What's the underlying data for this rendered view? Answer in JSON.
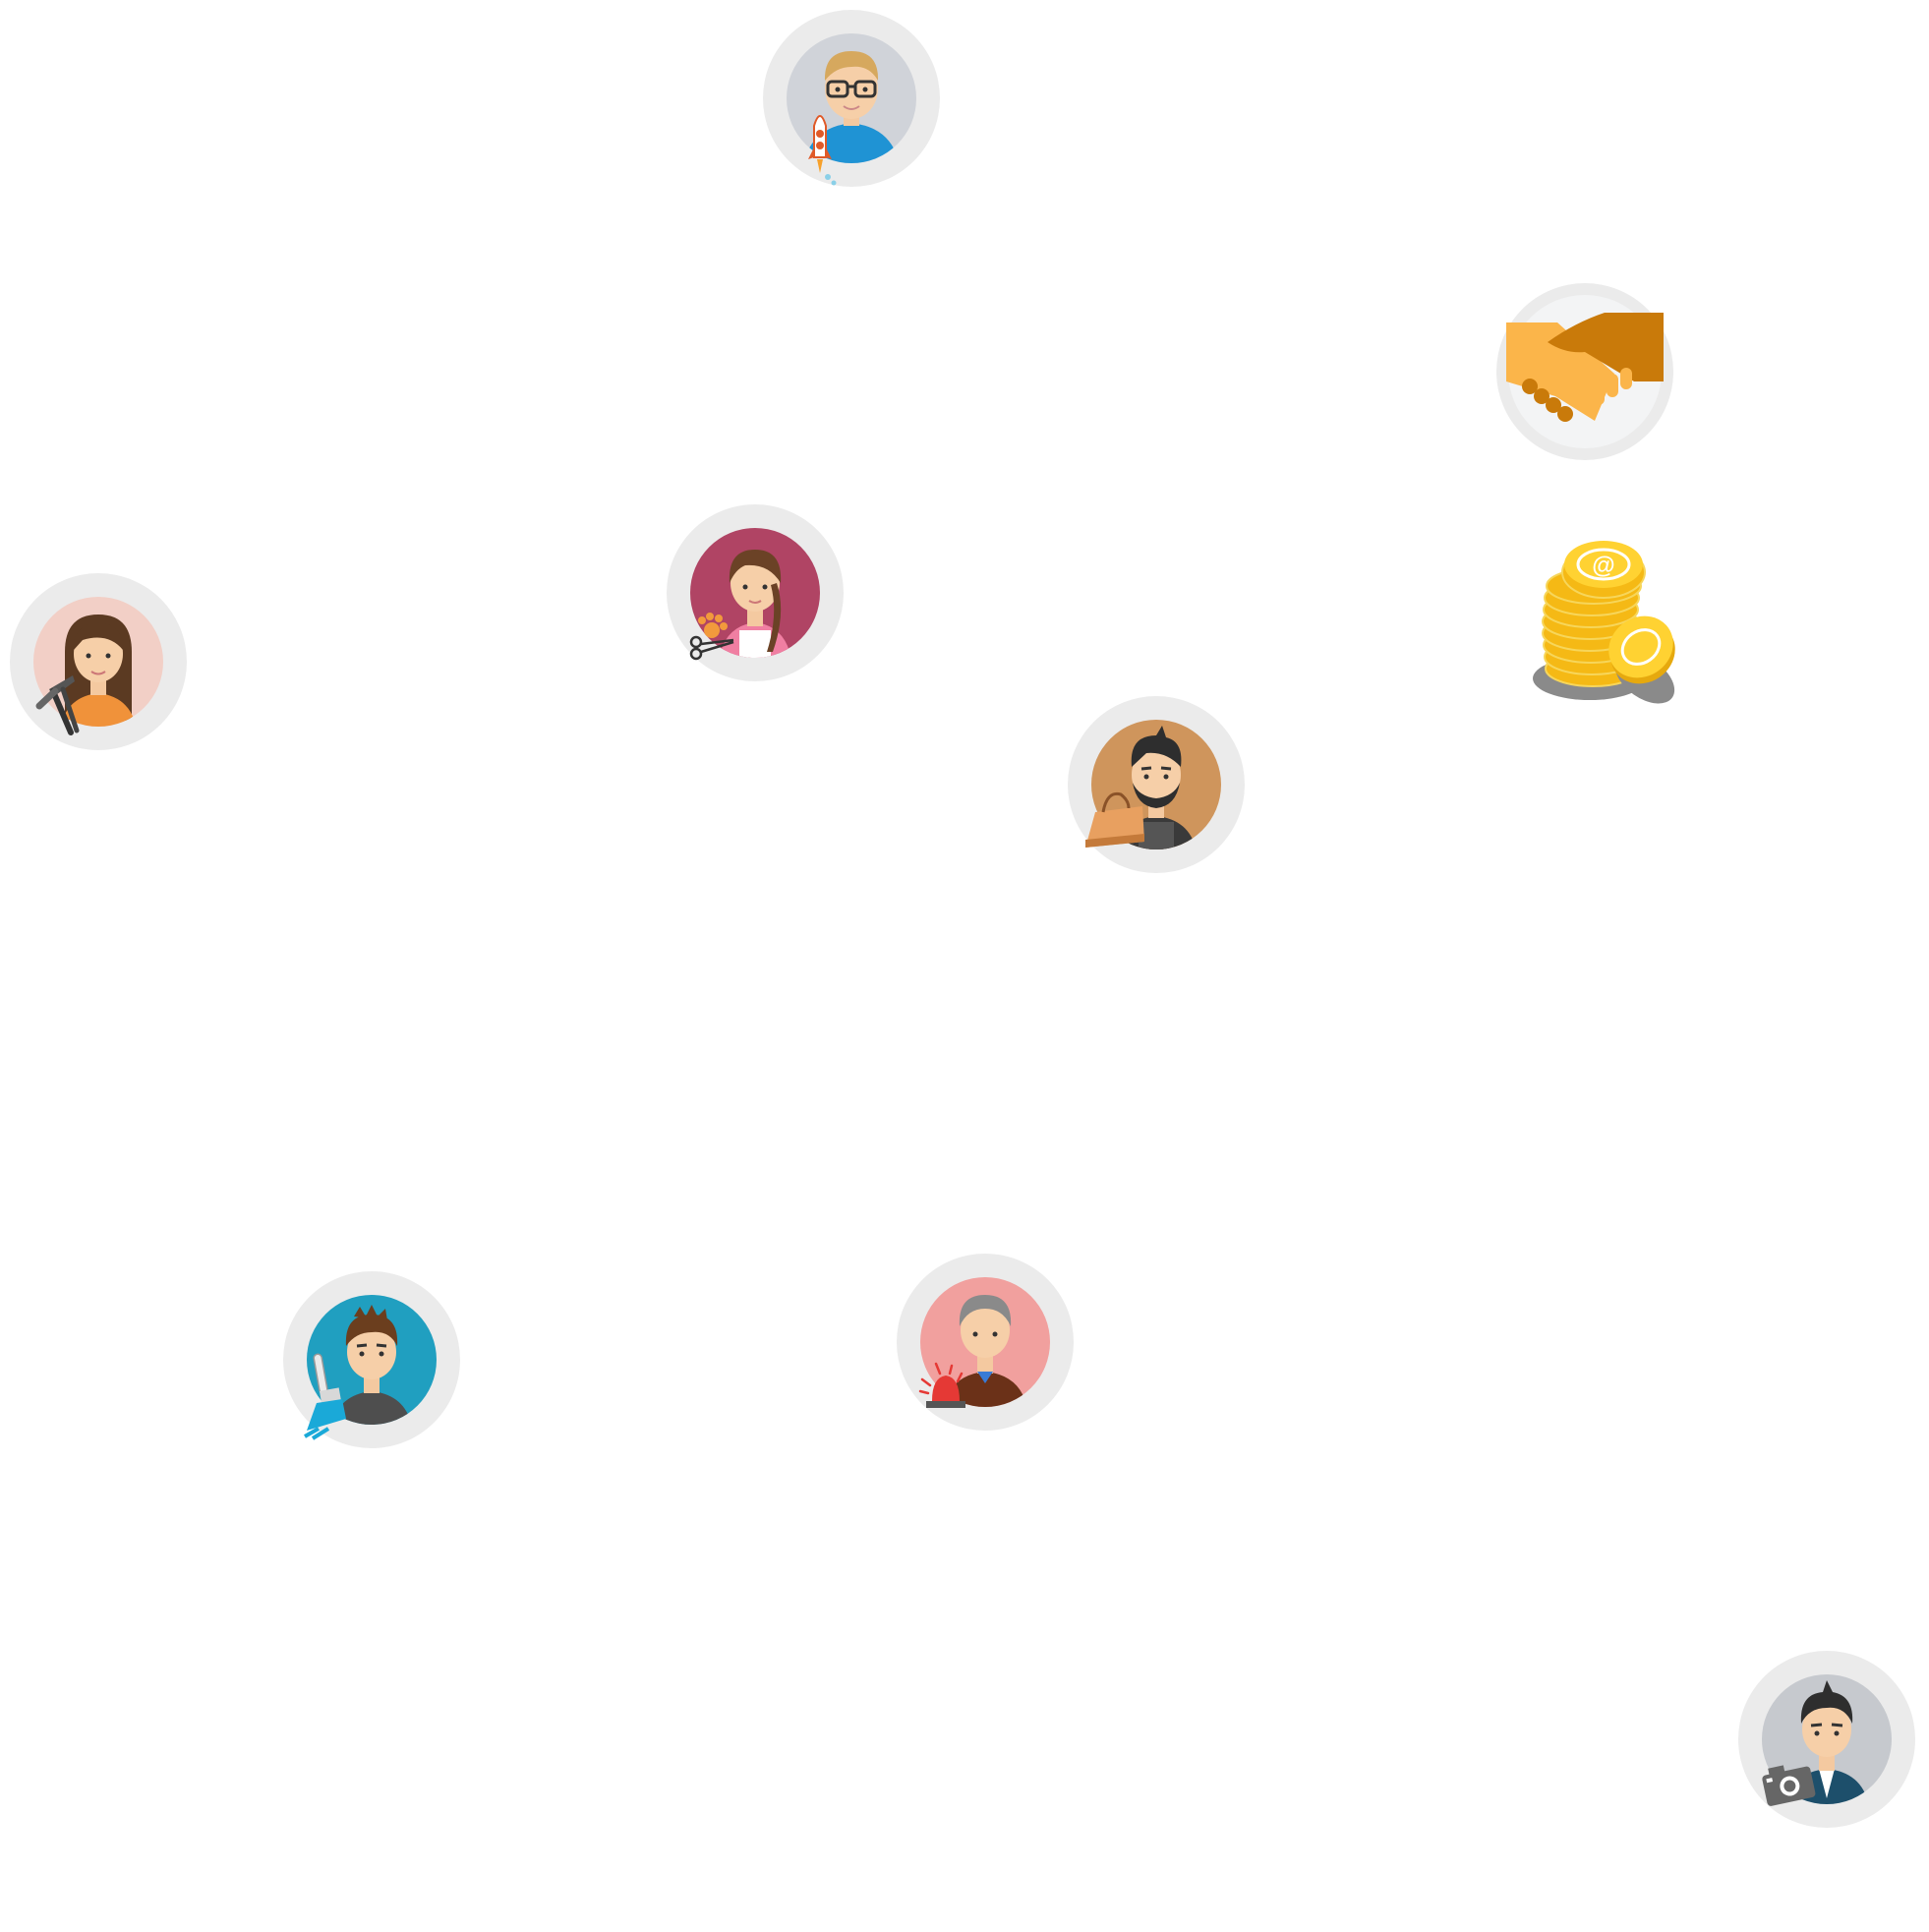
{
  "scene": {
    "background": "#ffffff",
    "ring_color": "#ebebeb",
    "avatars": [
      {
        "name": "developer-avatar",
        "icon": "rocket-icon",
        "bg": "#d0d3d9"
      },
      {
        "name": "makeup-artist-avatar",
        "icon": "makeup-brushes-icon",
        "bg": "#f2cfc6"
      },
      {
        "name": "pet-groomer-avatar",
        "icon": "paw-scissors-icon",
        "bg": "#b04464"
      },
      {
        "name": "leather-craftsman-avatar",
        "icon": "handbag-icon",
        "bg": "#cf955c"
      },
      {
        "name": "painter-avatar",
        "icon": "paintbrush-icon",
        "bg": "#209fc0"
      },
      {
        "name": "security-guard-avatar",
        "icon": "siren-icon",
        "bg": "#f1a09e"
      },
      {
        "name": "photographer-avatar",
        "icon": "camera-icon",
        "bg": "#c6c9ce"
      }
    ],
    "deal": {
      "icon": "handshake-icon",
      "bg": "#f3f4f5"
    },
    "coins": {
      "icon": "coin-stack-icon",
      "coin_color": "#f7c52a",
      "coin_symbol": "@"
    }
  }
}
